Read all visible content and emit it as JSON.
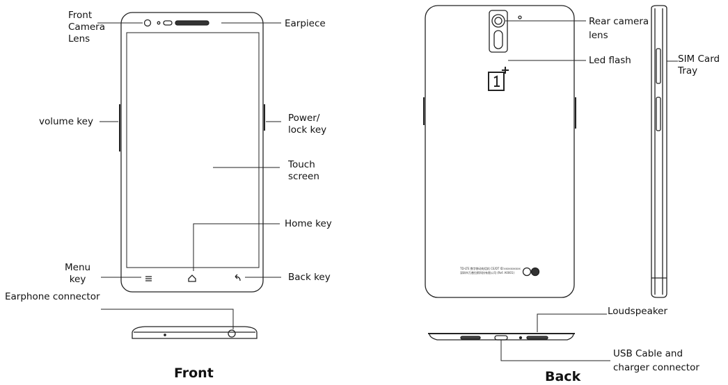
{
  "captions": {
    "front": "Front",
    "back": "Back"
  },
  "labels": {
    "front_camera": "Front\nCamera\nLens",
    "earpiece": "Earpiece",
    "volume_key": "volume key",
    "power_key": "Power/\nlock key",
    "touch_screen": "Touch\nscreen",
    "home_key": "Home key",
    "menu_key": "Menu\nkey",
    "back_key": "Back  key",
    "earphone_connector": "Earphone connector",
    "rear_camera": "Rear camera\nlens",
    "led_flash": "Led flash",
    "sim_tray": "SIM Card\nTray",
    "loudspeaker": "Loudspeaker",
    "usb_connector": "USB  Cable and\ncharger connector"
  },
  "regulatory_text": [
    "TD-LTE 数字移动电话机  CE/DT  ID:xxxxxxxxxx",
    "深圳市万普拉斯科技有限公司        (Ref. A0001)"
  ]
}
